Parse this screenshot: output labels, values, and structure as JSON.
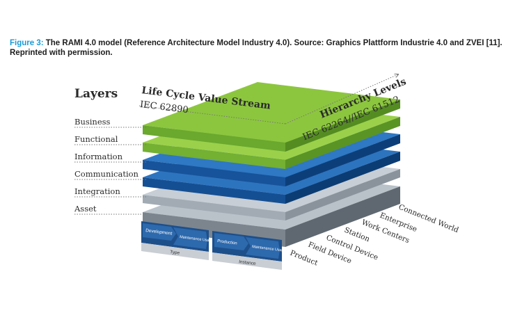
{
  "caption": {
    "figure_label": "Figure 3:",
    "text": " The RAMI 4.0 model (Reference Architecture Model Industry 4.0). Source: Graphics Plattform Industrie 4.0 and ZVEI [11]. Reprinted with permission."
  },
  "layers": {
    "title": "Layers",
    "items": [
      "Business",
      "Functional",
      "Information",
      "Communication",
      "Integration",
      "Asset"
    ]
  },
  "life_cycle": {
    "title": "Life Cycle Value Stream",
    "standard": "IEC 62890"
  },
  "hierarchy": {
    "title": "Hierarchy Levels",
    "standard": "IEC 62264//IEC 61512",
    "items": [
      "Connected World",
      "Enterprise",
      "Work Centers",
      "Station",
      "Control Device",
      "Field Device",
      "Product"
    ]
  },
  "type_block": {
    "label": "Type",
    "steps": [
      "Development",
      "Maintenance Usage"
    ]
  },
  "instance_block": {
    "label": "Instance",
    "steps": [
      "Production",
      "Maintenance Usage"
    ]
  },
  "colors": {
    "caption_accent": "#1a9ad6",
    "green_light": "#8cc63f",
    "green_dark": "#5f9b25",
    "blue_light": "#1d64ad",
    "blue_dark": "#0b3f7c",
    "grey_light": "#a7b0b9",
    "grey_dark": "#6e7780",
    "navy_block": "#1d4f8a"
  }
}
